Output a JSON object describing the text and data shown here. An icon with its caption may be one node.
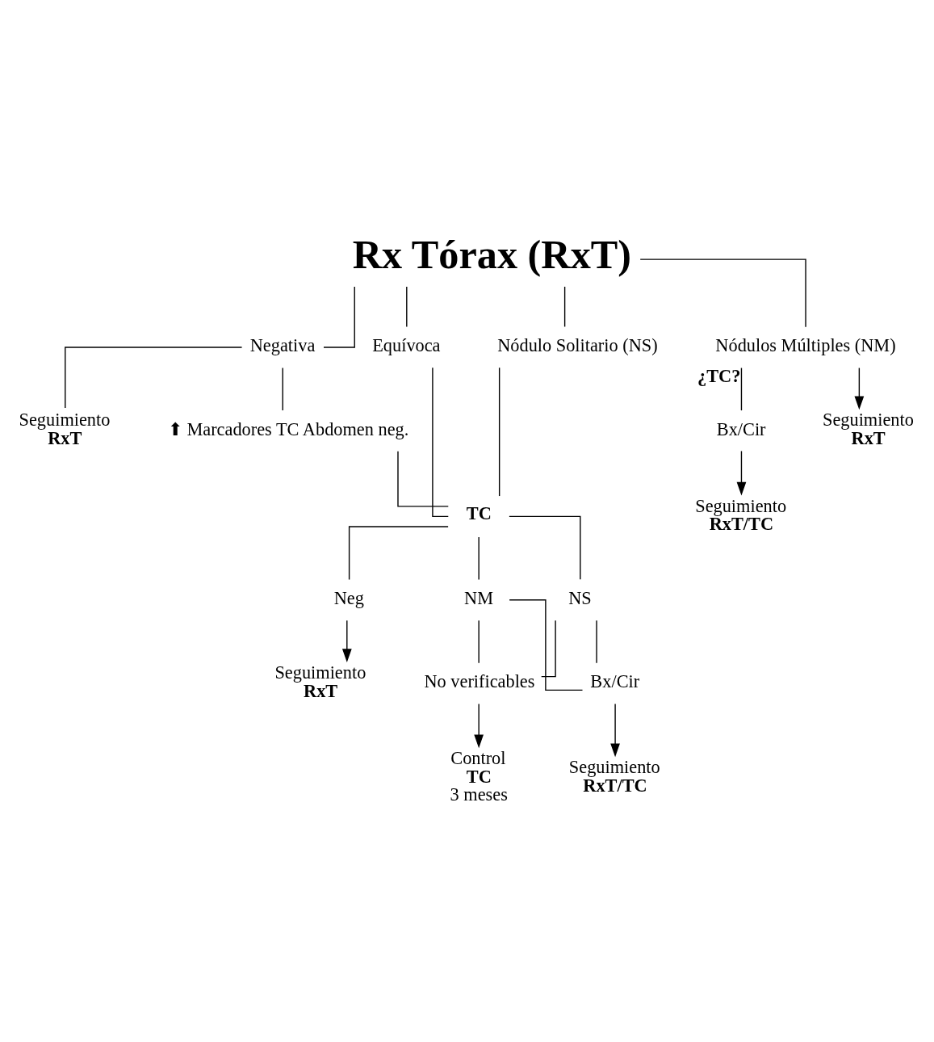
{
  "diagram": {
    "nodes": [
      {
        "text": [
          "Rx Tórax (RxT)"
        ]
      },
      {
        "text": [
          "Negativa"
        ]
      },
      {
        "text": [
          "Equívoca"
        ]
      },
      {
        "text": [
          "Nódulo Solitario (NS)"
        ]
      },
      {
        "text": [
          "Nódulos Múltiples (NM)"
        ]
      },
      {
        "text": [
          "Seguimiento",
          "RxT"
        ]
      },
      {
        "text": [
          "⬆ Marcadores TC Abdomen neg."
        ]
      },
      {
        "text": [
          "TC"
        ]
      },
      {
        "text": [
          "Bx/Cir"
        ]
      },
      {
        "text": [
          "Seguimiento",
          "RxT/TC"
        ]
      },
      {
        "text": [
          "Seguimiento",
          "RxT"
        ]
      },
      {
        "text": [
          "Neg"
        ]
      },
      {
        "text": [
          "NS"
        ]
      },
      {
        "text": [
          "NM"
        ]
      },
      {
        "text": [
          "Seguimiento",
          "RxT"
        ]
      },
      {
        "text": [
          "Bx/Cir"
        ]
      },
      {
        "text": [
          "No verificables"
        ]
      },
      {
        "text": [
          "Seguimiento",
          "RxT/TC"
        ]
      },
      {
        "text": [
          "Control",
          "TC",
          "3 meses"
        ]
      }
    ],
    "edges": [
      {
        "from": 0,
        "to": 1,
        "arrow": "none"
      },
      {
        "from": 0,
        "to": 2,
        "arrow": "none"
      },
      {
        "from": 0,
        "to": 3,
        "arrow": "none"
      },
      {
        "from": 0,
        "to": 4,
        "arrow": "none"
      },
      {
        "from": 1,
        "to": 5,
        "arrow": "none"
      },
      {
        "from": 1,
        "to": 6,
        "arrow": "none"
      },
      {
        "from": 2,
        "to": 7,
        "arrow": "none"
      },
      {
        "from": 3,
        "to": 7,
        "arrow": "none"
      },
      {
        "from": 6,
        "to": 7,
        "arrow": "none"
      },
      {
        "from": 4,
        "to": 8,
        "arrow": "none",
        "label": "¿TC?"
      },
      {
        "from": 4,
        "to": 10,
        "arrow": "to"
      },
      {
        "from": 8,
        "to": 9,
        "arrow": "to"
      },
      {
        "from": 7,
        "to": 11,
        "arrow": "none"
      },
      {
        "from": 7,
        "to": 12,
        "arrow": "none"
      },
      {
        "from": 7,
        "to": 13,
        "arrow": "none"
      },
      {
        "from": 11,
        "to": 14,
        "arrow": "to"
      },
      {
        "from": 12,
        "to": 15,
        "arrow": "none"
      },
      {
        "from": 12,
        "to": 16,
        "arrow": "none"
      },
      {
        "from": 13,
        "to": 15,
        "arrow": "none"
      },
      {
        "from": 13,
        "to": 16,
        "arrow": "none"
      },
      {
        "from": 15,
        "to": 17,
        "arrow": "to"
      },
      {
        "from": 16,
        "to": 18,
        "arrow": "to"
      }
    ]
  }
}
